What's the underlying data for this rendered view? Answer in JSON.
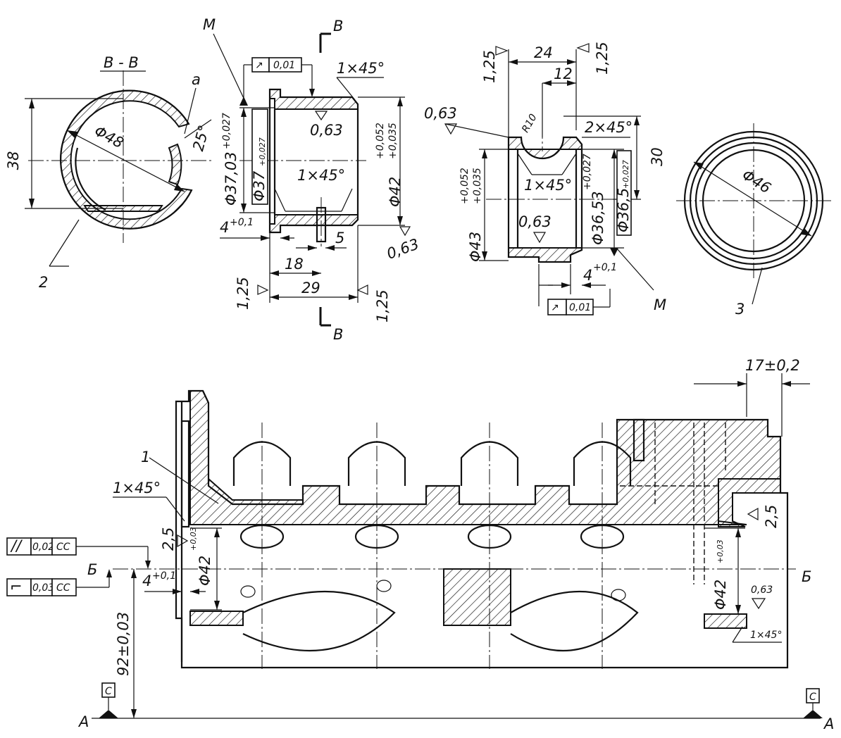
{
  "section": {
    "title": "B - B",
    "cut_letter": "B"
  },
  "bushing1": {
    "outer_dia": "Φ48",
    "dim_38": "38",
    "angle": "25°",
    "label_a": "a",
    "label_2": "2",
    "callout_M": "M",
    "runout_tol": "0,01",
    "chamfer_top": "1×45°",
    "chamfer_inner": "1×45°",
    "inner_dia_a": "Φ37,03",
    "inner_dia_a_tol": "+0,027",
    "inner_dia_b": "Φ37",
    "inner_dia_b_tol": "+0,027",
    "outer_dia_tol_main": "Φ42",
    "outer_dia_tol_up": "+0,052",
    "outer_dia_tol_low": "+0,035",
    "rough_inner": "0,63",
    "rough_outer": "0,63",
    "flange": "4",
    "flange_tol": "+0,1",
    "dim_5": "5",
    "dim_18": "18",
    "dim_29": "29",
    "rough_left": "1,25",
    "rough_right": "1,25"
  },
  "bushing2": {
    "rough_left": "1,25",
    "rough_right": "1,25",
    "dim_24": "24",
    "dim_12": "12",
    "rough_tl": "0,63",
    "radius": "R10",
    "chamfer_top": "2×45°",
    "dim_30": "30",
    "chamfer_inner": "1×45°",
    "outer_dia": "Φ43",
    "outer_tol_up": "+0,052",
    "outer_tol_low": "+0,035",
    "rough_inner": "0,63",
    "inner_dia_a": "Φ36,53",
    "inner_dia_a_tol": "+0,027",
    "inner_dia_b": "Φ36,5",
    "inner_dia_b_tol": "+0,027",
    "flange": "4",
    "flange_tol": "+0,1",
    "callout_M": "M",
    "runout_tol": "0,01"
  },
  "ring3": {
    "dia": "Φ46",
    "label_3": "3"
  },
  "block": {
    "label_1": "1",
    "chamfer_left": "1×45°",
    "dim_17": "17±0,2",
    "rough_left": "2,5",
    "rough_right": "2,5",
    "bore_left": "Φ42",
    "bore_left_tol": "+0,03",
    "bore_right": "Φ42",
    "bore_right_tol": "+0,03",
    "flange": "4",
    "flange_tol": "+0,1",
    "rough_right_bore": "0,63",
    "chamfer_right": "1×45°",
    "axis_letter": "Б",
    "height": "92±0,03",
    "base_letter": "A",
    "datum": "C",
    "parallel_sym": "//",
    "parallel_tol": "0,02",
    "parallel_ref": "CC",
    "coax_sym": "⌐",
    "coax_tol": "0,03",
    "coax_ref": "CC"
  }
}
